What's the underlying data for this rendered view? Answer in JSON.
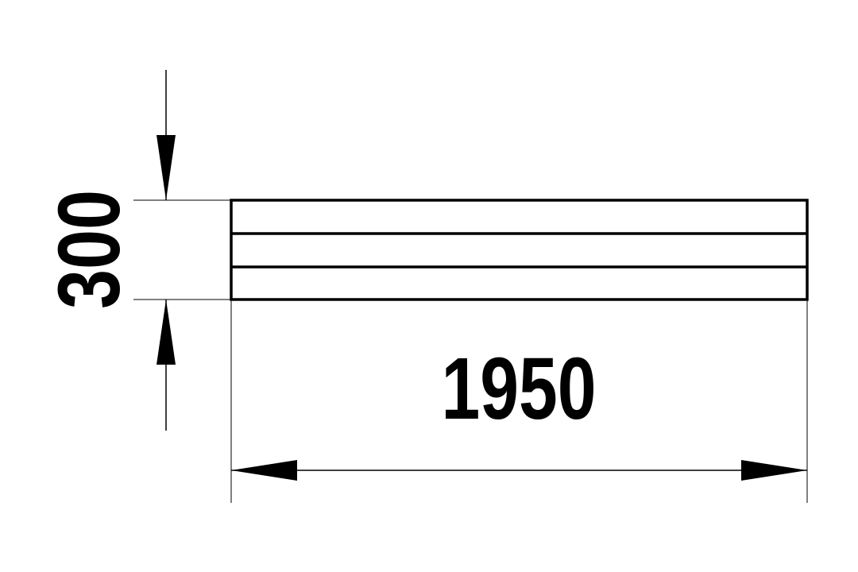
{
  "diagram": {
    "type": "dimension-drawing",
    "width_dimension": {
      "label": "1950",
      "value": 1950
    },
    "height_dimension": {
      "label": "300",
      "value": 300
    },
    "panel": {
      "strip_count": 3
    },
    "colors": {
      "line": "#000000",
      "background": "#ffffff"
    }
  }
}
